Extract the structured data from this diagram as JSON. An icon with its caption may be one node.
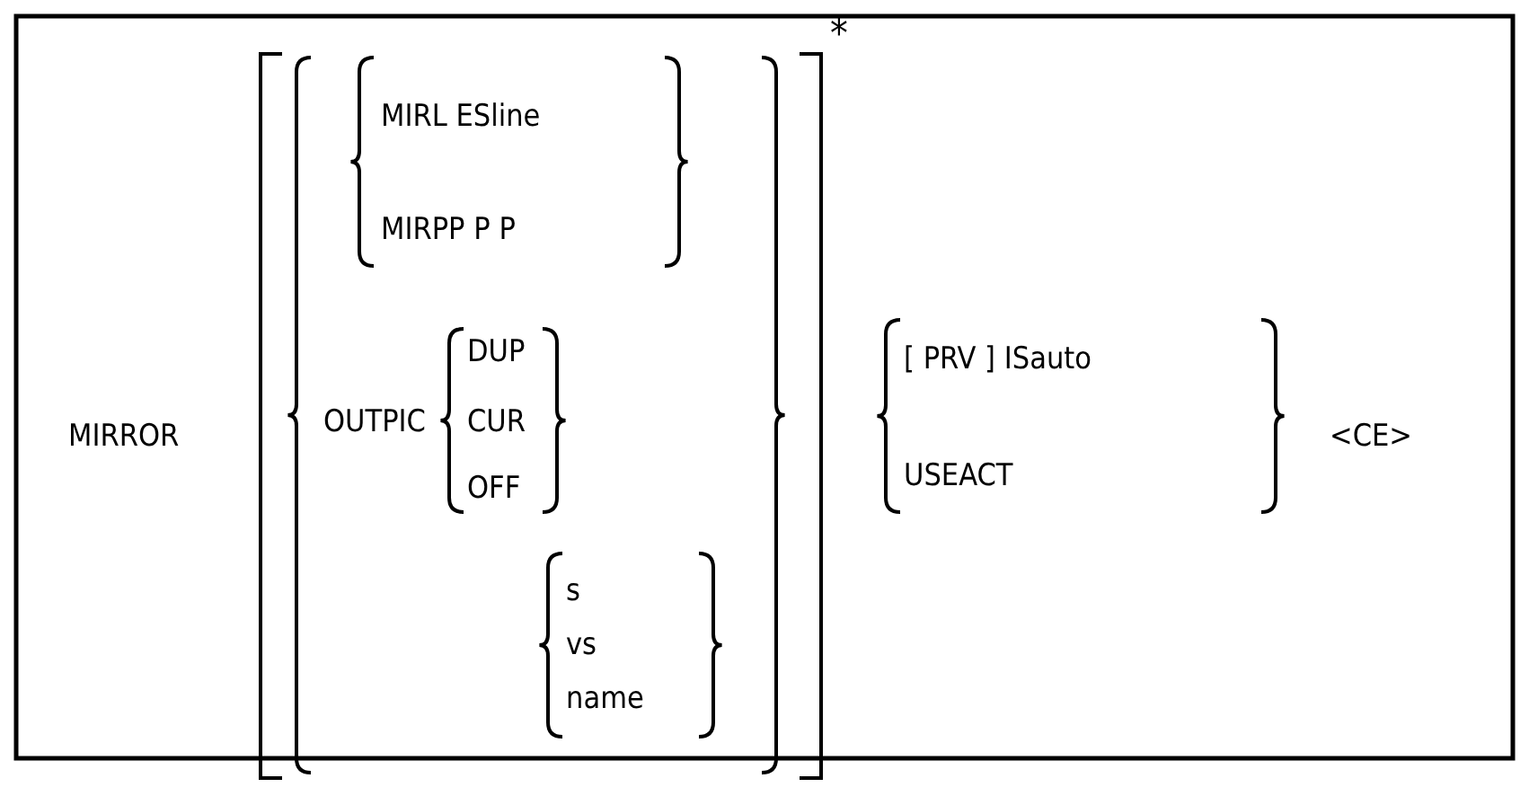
{
  "diagram": {
    "labels": [
      "MIRROR",
      "MIRL ESline",
      "MIRPP P P",
      "DUP",
      "OUTPIC",
      "CUR",
      "OFF",
      "s",
      "vs",
      "name",
      "*",
      "[ PRV ] ISauto",
      "USEACT",
      "<CE>"
    ]
  }
}
